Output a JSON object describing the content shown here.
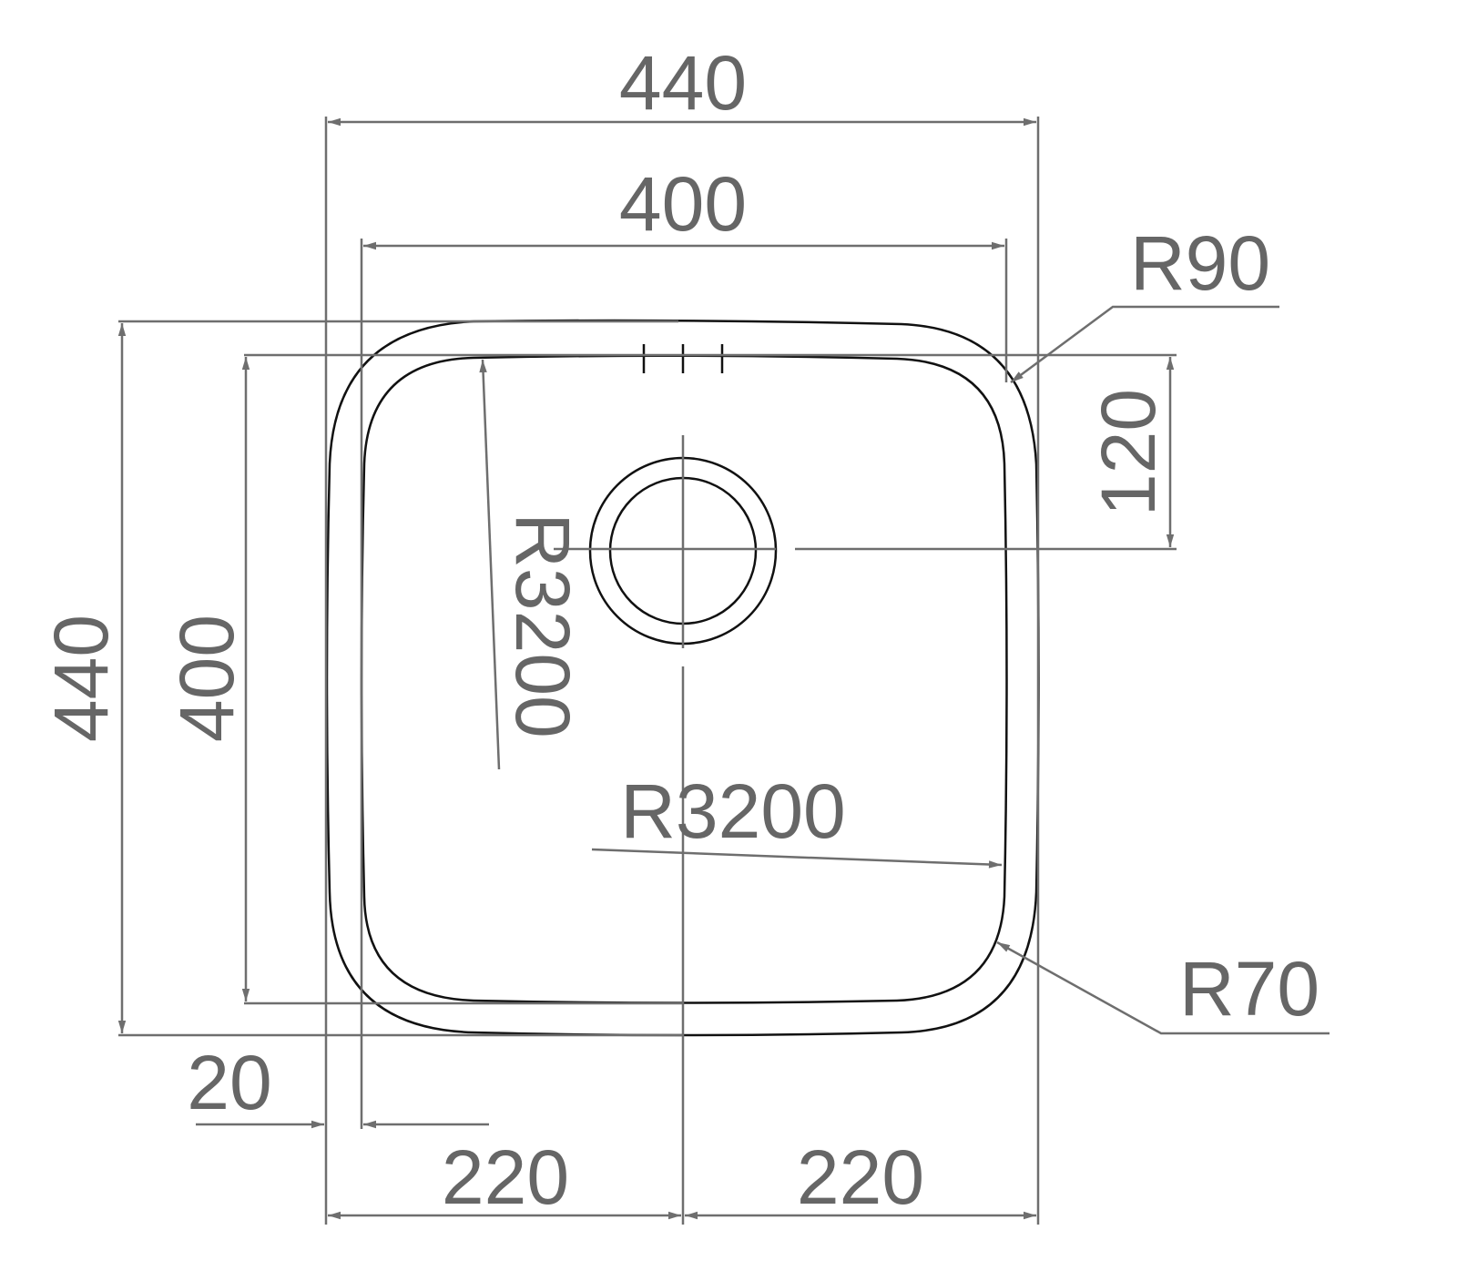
{
  "title": "Sink dimension drawing",
  "dimensions": {
    "overall_width": "440",
    "bowl_width": "400",
    "overall_depth": "440",
    "bowl_depth": "400",
    "drain_offset": "120",
    "rim_offset": "20",
    "left_half": "220",
    "right_half": "220"
  },
  "radii": {
    "outer_corner": "R90",
    "inner_corner": "R70",
    "side_curve_vertical": "R3200",
    "side_curve_horizontal": "R3200"
  },
  "colors": {
    "outline": "#111111",
    "dimension": "#6e6e6e",
    "text": "#666666"
  }
}
